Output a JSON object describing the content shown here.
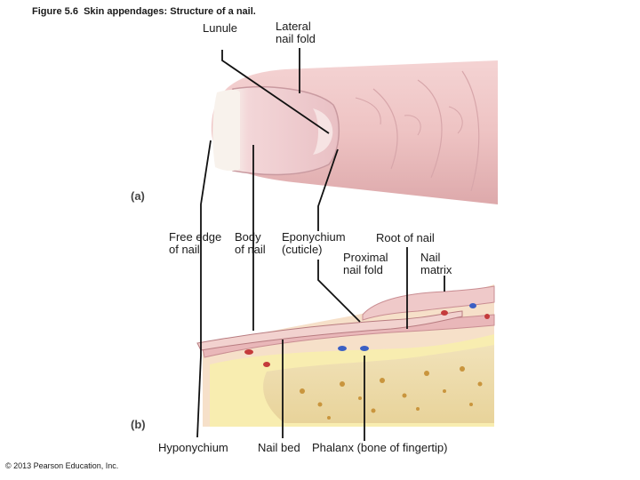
{
  "figure": {
    "title": "Figure 5.6  Skin appendages: Structure of a nail.",
    "panel_a": "(a)",
    "panel_b": "(b)",
    "copyright": "© 2013 Pearson Education, Inc."
  },
  "labels": {
    "lunule": "Lunule",
    "lateral_nail_fold": "Lateral\nnail fold",
    "free_edge": "Free edge\nof nail",
    "body_of_nail": "Body\nof nail",
    "eponychium": "Eponychium\n(cuticle)",
    "root_of_nail": "Root of nail",
    "proximal_nail_fold": "Proximal\nnail fold",
    "nail_matrix": "Nail\nmatrix",
    "hyponychium": "Hyponychium",
    "nail_bed": "Nail bed",
    "phalanx": "Phalanx (bone of fingertip)"
  }
}
